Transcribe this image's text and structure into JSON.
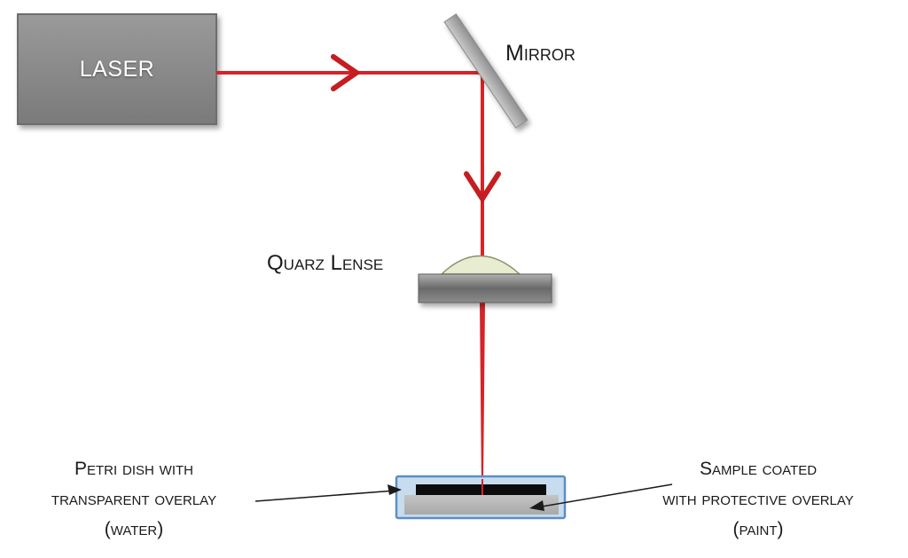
{
  "colors": {
    "beam": "#d42428",
    "laser_box": "#8a8a8a",
    "mirror": "#9b9b9b",
    "lens_bar": "#6e6e6e",
    "lens_dome": "#e8edd2",
    "dish_water": "#bcd6ee",
    "dish_border": "#5b8fc4",
    "sample_top": "#111111",
    "sample_paint": "#b9b9b9"
  },
  "components": {
    "laser": "LASER",
    "mirror": "Mirror",
    "lens": "Quarz Lense"
  },
  "petri_label": [
    "Petri dish with",
    "transparent overlay",
    "(water)"
  ],
  "sample_label": [
    "Sample coated",
    "with protective overlay",
    "(paint)"
  ]
}
